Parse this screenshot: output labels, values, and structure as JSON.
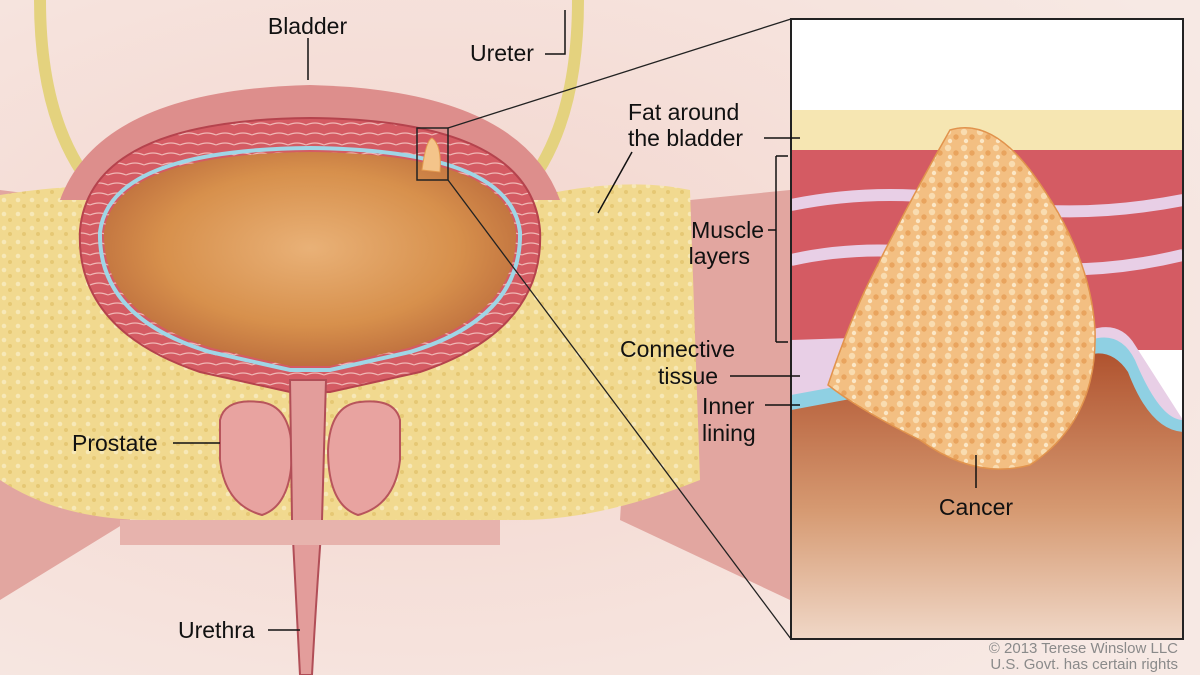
{
  "labels": {
    "bladder": "Bladder",
    "ureter": "Ureter",
    "fat_line1": "Fat around",
    "fat_line2": "the bladder",
    "muscle_line1": "Muscle",
    "muscle_line2": "layers",
    "connective_line1": "Connective",
    "connective_line2": "tissue",
    "inner_line1": "Inner",
    "inner_line2": "lining",
    "prostate": "Prostate",
    "urethra": "Urethra",
    "cancer": "Cancer"
  },
  "copyright": {
    "line1": "© 2013 Terese Winslow LLC",
    "line2": "U.S. Govt. has certain rights"
  },
  "colors": {
    "background": "#f6e4df",
    "bladder_wall": "#d56a72",
    "bladder_interior": "#d9954e",
    "fat": "#f2dd9e",
    "ureter": "#e0cf7a",
    "inner_lining": "#8fd0e3",
    "connective_tissue": "#e8cfe6",
    "cancer": "#f6c58a"
  }
}
